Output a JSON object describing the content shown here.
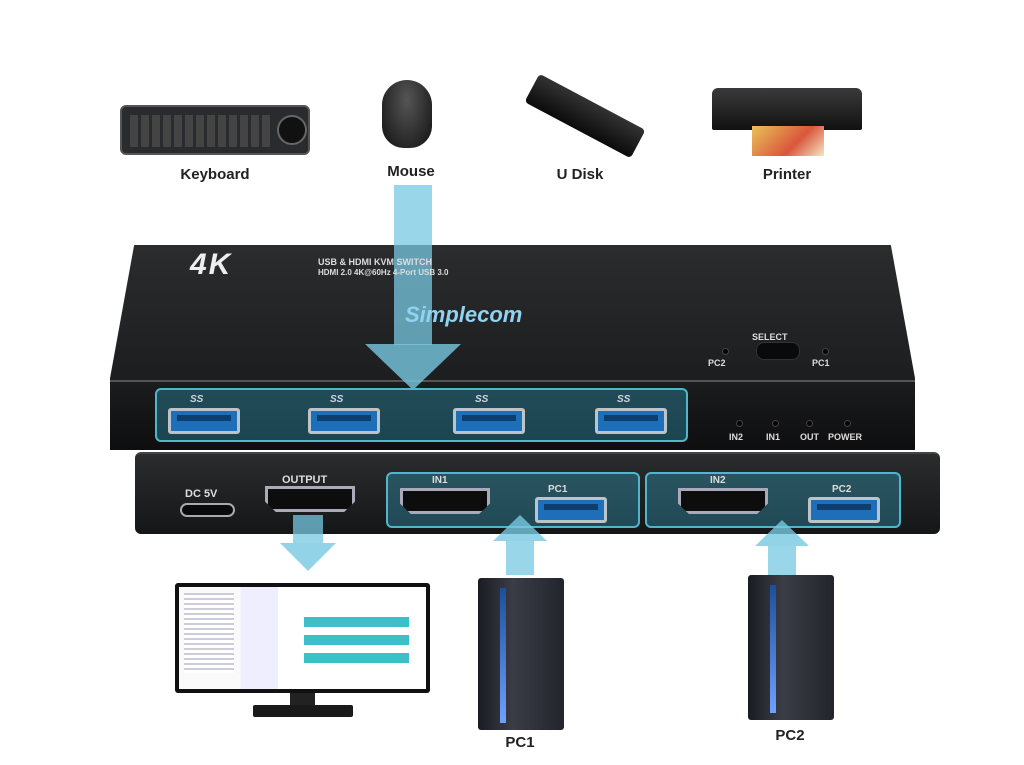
{
  "peripherals": {
    "keyboard": "Keyboard",
    "mouse": "Mouse",
    "udisk": "U Disk",
    "printer": "Printer"
  },
  "switch": {
    "badge": "4K",
    "line1": "USB & HDMI KVM SWITCH",
    "line2": "HDMI 2.0 4K@60Hz 4-Port USB 3.0",
    "brand": "Simplecom",
    "select": "SELECT",
    "pc2": "PC2",
    "pc1": "PC1",
    "usb_logo": "SS",
    "leds": [
      "IN2",
      "IN1",
      "OUT",
      "POWER"
    ],
    "rear": {
      "dc": "DC 5V",
      "output": "OUTPUT",
      "in1": "IN1",
      "pc1": "PC1",
      "in2": "IN2",
      "pc2": "PC2"
    }
  },
  "computers": {
    "pc1": "PC1",
    "pc2": "PC2"
  },
  "colors": {
    "accent": "#4fb6cc",
    "arrow": "#8fd0e6",
    "device": "#1e1f21"
  }
}
